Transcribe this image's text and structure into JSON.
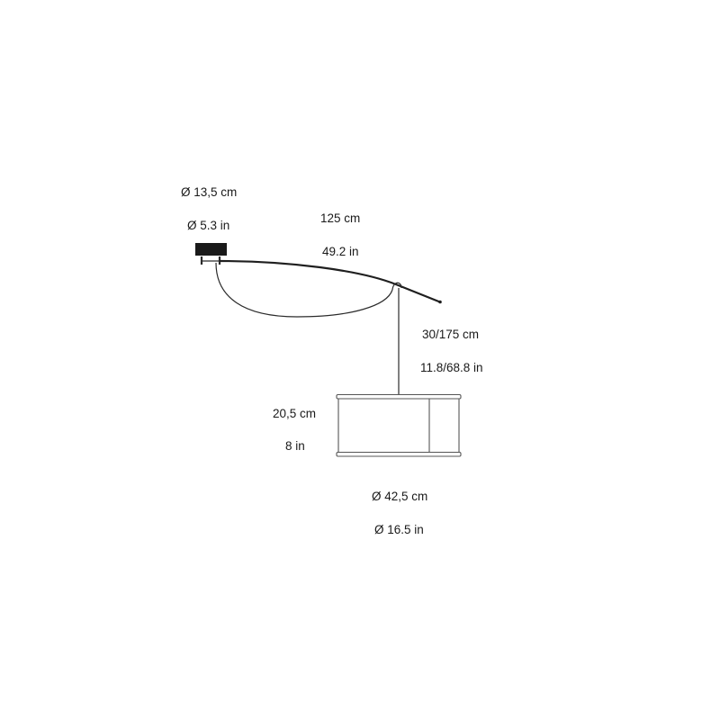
{
  "diagram": {
    "type": "product-dimension-drawing",
    "subject": "pendant-lamp-with-arc-arm",
    "colors": {
      "line": "#2b2b2b",
      "canopy": "#1a1a1a",
      "shade_line": "#555555",
      "text": "#1a1a1a",
      "background": "#ffffff"
    }
  },
  "dimensions": {
    "canopy": {
      "metric": "Ø 13,5 cm",
      "imperial": "Ø 5.3 in"
    },
    "arm_length": {
      "metric": "125 cm",
      "imperial": "49.2 in"
    },
    "cable_drop": {
      "metric": "30/175 cm",
      "imperial": "11.8/68.8 in"
    },
    "shade_height": {
      "metric": "20,5 cm",
      "imperial": "8 in"
    },
    "shade_diameter": {
      "metric": "Ø 42,5 cm",
      "imperial": "Ø 16.5 in"
    }
  }
}
